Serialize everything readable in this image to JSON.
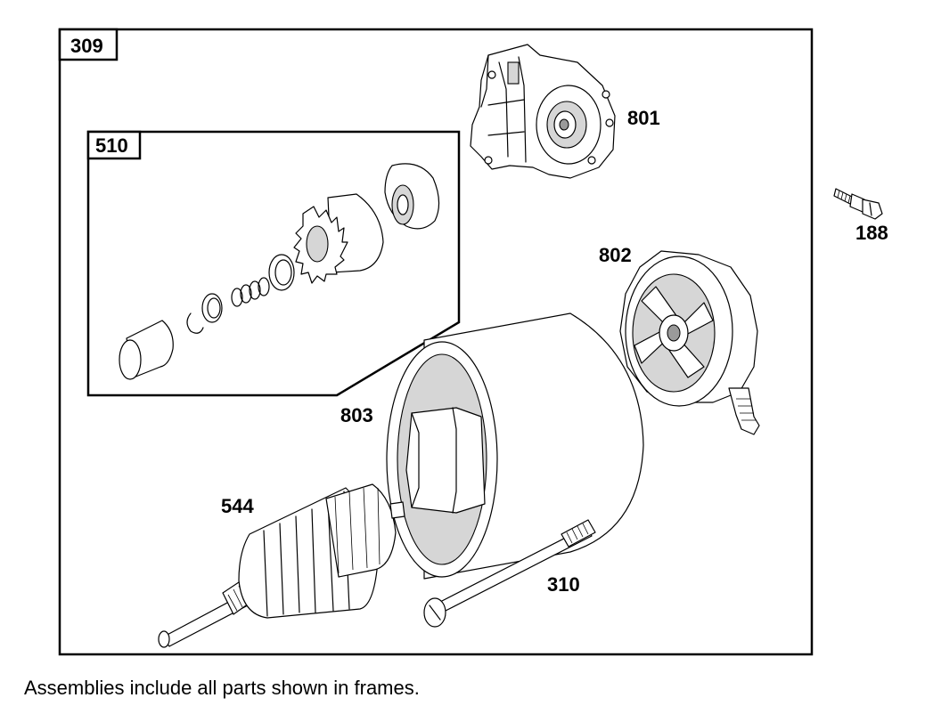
{
  "frames": {
    "outer": {
      "tag": "309"
    },
    "inner": {
      "tag": "510"
    }
  },
  "parts": {
    "p801": "801",
    "p188": "188",
    "p802": "802",
    "p803": "803",
    "p544": "544",
    "p310": "310"
  },
  "footer": {
    "note": "Assemblies include all parts shown in frames."
  }
}
